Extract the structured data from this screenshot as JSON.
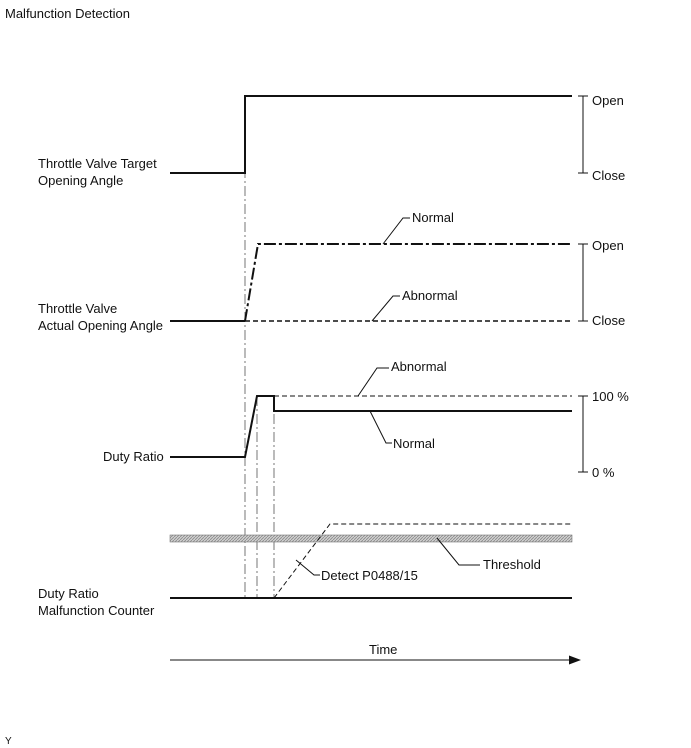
{
  "title": "Malfunction Detection",
  "signals": {
    "target": {
      "label_line1": "Throttle Valve Target",
      "label_line2": "Opening Angle",
      "top_label": "Open",
      "bottom_label": "Close"
    },
    "actual": {
      "label_line1": "Throttle Valve",
      "label_line2": "Actual Opening Angle",
      "top_label": "Open",
      "bottom_label": "Close",
      "normal_label": "Normal",
      "abnormal_label": "Abnormal"
    },
    "duty": {
      "label": "Duty Ratio",
      "top_label": "100 %",
      "bottom_label": "0 %",
      "normal_label": "Normal",
      "abnormal_label": "Abnormal"
    },
    "counter": {
      "label_line1": "Duty Ratio",
      "label_line2": "Malfunction Counter",
      "detect_label": "Detect P0488/15",
      "threshold_label": "Threshold"
    }
  },
  "time_axis_label": "Time",
  "corner_mark": "Y"
}
